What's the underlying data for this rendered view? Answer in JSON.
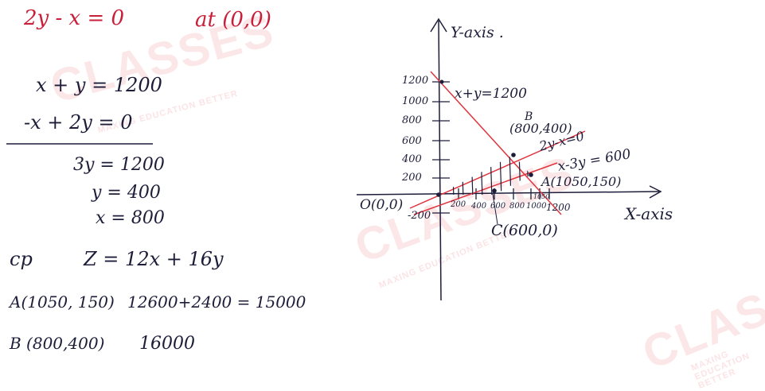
{
  "watermark": {
    "brand": "CLASSES",
    "tagline": "MAXING EDUCATION BETTER"
  },
  "header": {
    "equation": "2y - x = 0",
    "at": "at (0,0)"
  },
  "solve": {
    "eq1": "x + y = 1200",
    "eq2": "-x + 2y = 0",
    "eq3": "3y = 1200",
    "eq4": "y = 400",
    "eq5": "x = 800"
  },
  "corner": {
    "label": "cp",
    "objective": "Z = 12x + 16y",
    "rows": [
      {
        "point": "A(1050, 150)",
        "value": "12600+2400 = 15000"
      },
      {
        "point": "B (800,400)",
        "value": "16000"
      }
    ]
  },
  "graph": {
    "y_axis_label": "Y-axis .",
    "x_axis_label": "X-axis",
    "origin_label": "O(0,0)",
    "y_ticks": [
      "1200",
      "1000",
      "800",
      "600",
      "400",
      "200",
      "-200"
    ],
    "x_ticks": [
      "200",
      "400",
      "600",
      "800",
      "1000",
      "1200"
    ],
    "x_tick_1050": "1050",
    "lines": [
      "x+y=1200",
      "2y-x=0",
      "x-3y = 600"
    ],
    "point_B_name": "B",
    "point_B_coord": "(800,400)",
    "point_A": "A(1050,150)",
    "point_C": "C(600,0)"
  },
  "colors": {
    "ink": "#1d1d3a",
    "red_ink": "#c8203a",
    "graph_line": "#e0343f"
  }
}
